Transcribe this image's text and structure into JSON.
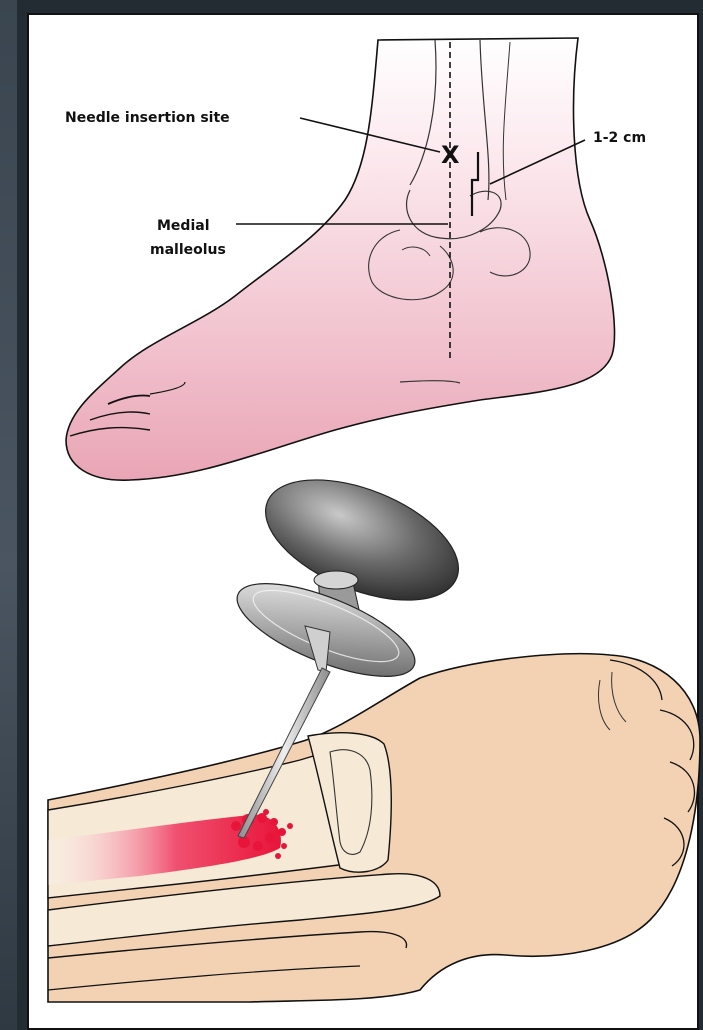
{
  "labels": {
    "needle_site": "Needle insertion site",
    "medial": "Medial",
    "malleolus": "malleolus",
    "distance": "1-2 cm",
    "site_mark": "X"
  },
  "colors": {
    "foot_pink": "#e9a5b5",
    "skin_tan": "#f3d2b4",
    "bone_cream": "#f6e9d6",
    "marrow_red": "#e8153a",
    "outline": "#111111"
  }
}
